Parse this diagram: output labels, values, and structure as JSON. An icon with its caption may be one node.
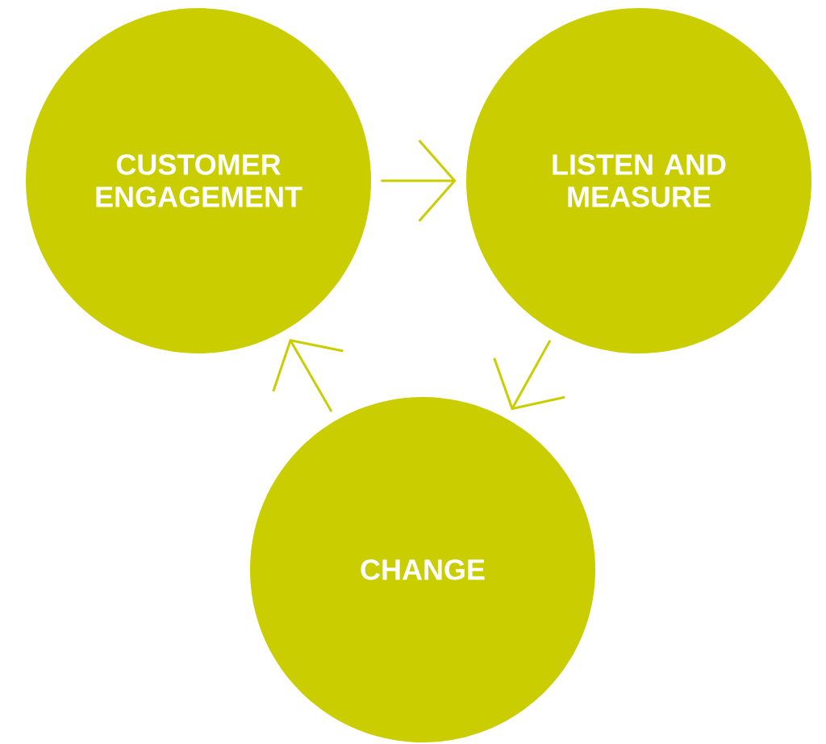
{
  "diagram": {
    "nodes": [
      {
        "text": [
          "CUSTOMER ENGAGEMENT"
        ]
      },
      {
        "text": [
          "LISTEN AND MEASURE"
        ]
      },
      {
        "text": [
          "CHANGE"
        ]
      }
    ],
    "edges": [
      {
        "from": 0,
        "to": 1,
        "arrow": "to"
      },
      {
        "from": 1,
        "to": 2,
        "arrow": "to"
      },
      {
        "from": 2,
        "to": 0,
        "arrow": "to"
      }
    ]
  }
}
